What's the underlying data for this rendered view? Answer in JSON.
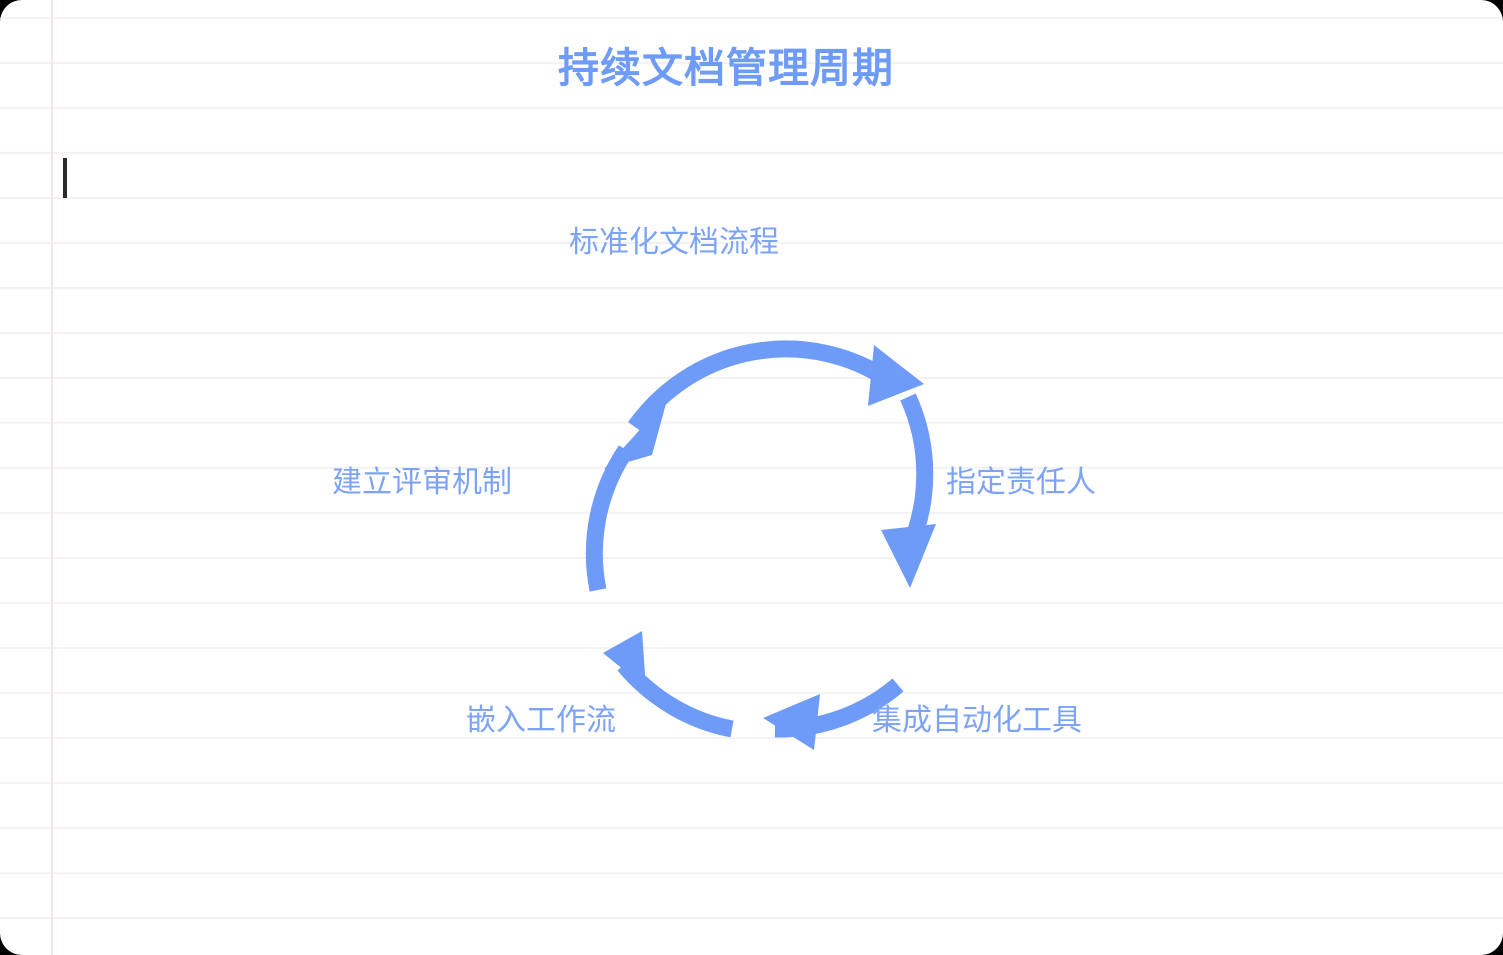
{
  "page": {
    "title": "持续文档管理周期",
    "background_color": "#ffffff",
    "accent_color": "#6f9bf8",
    "rule_line_color": "#f2f2f3",
    "margin_rule_color": "#fbe2e4",
    "caret_color": "#2b2b2b"
  },
  "chart_data": {
    "type": "diagram",
    "diagram_kind": "cycle",
    "title": "持续文档管理周期",
    "direction": "clockwise",
    "arrow_color": "#6f9bf8",
    "label_color": "#7da3f7",
    "center": [
      728,
      545
    ],
    "radius": 185,
    "steps": [
      {
        "index": 1,
        "label": "标准化文档流程",
        "position": "top",
        "angle_deg": 270
      },
      {
        "index": 2,
        "label": "指定责任人",
        "position": "right",
        "angle_deg": 342
      },
      {
        "index": 3,
        "label": "集成自动化工具",
        "position": "bottom-right",
        "angle_deg": 54
      },
      {
        "index": 4,
        "label": "嵌入工作流",
        "position": "bottom-left",
        "angle_deg": 126
      },
      {
        "index": 5,
        "label": "建立评审机制",
        "position": "left",
        "angle_deg": 198
      }
    ]
  },
  "steps": {
    "top": "标准化文档流程",
    "right": "指定责任人",
    "bottom_right": "集成自动化工具",
    "bottom_left": "嵌入工作流",
    "left": "建立评审机制"
  },
  "icons": {
    "caret": "text-caret",
    "arrow": "curved-arrow-icon"
  }
}
